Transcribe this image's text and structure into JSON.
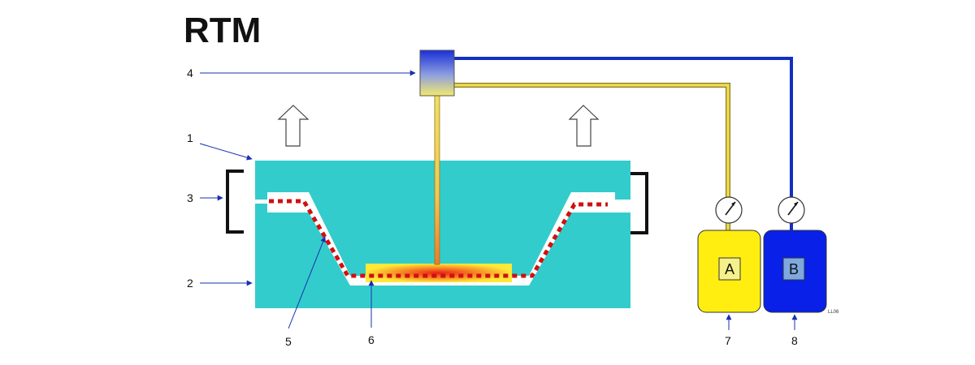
{
  "title": "RTM",
  "labels": {
    "l1": "1",
    "l2": "2",
    "l3": "3",
    "l4": "4",
    "l5": "5",
    "l6": "6",
    "l7": "7",
    "l8": "8"
  },
  "tanks": {
    "a_label": "A",
    "b_label": "B"
  },
  "corner_code": "LL06",
  "colors": {
    "mold": "#33cccc",
    "resin_line": "#f0dc50",
    "hardener_line": "#1030c0",
    "tank_a": "#ffee10",
    "tank_b": "#0820e8",
    "fiber": "#d01010",
    "clamp": "#111111",
    "leader": "#1a2fb0"
  },
  "icons": {
    "lift_arrows": "hollow-up-arrow-icon",
    "gauges": "pressure-gauge-icon"
  }
}
